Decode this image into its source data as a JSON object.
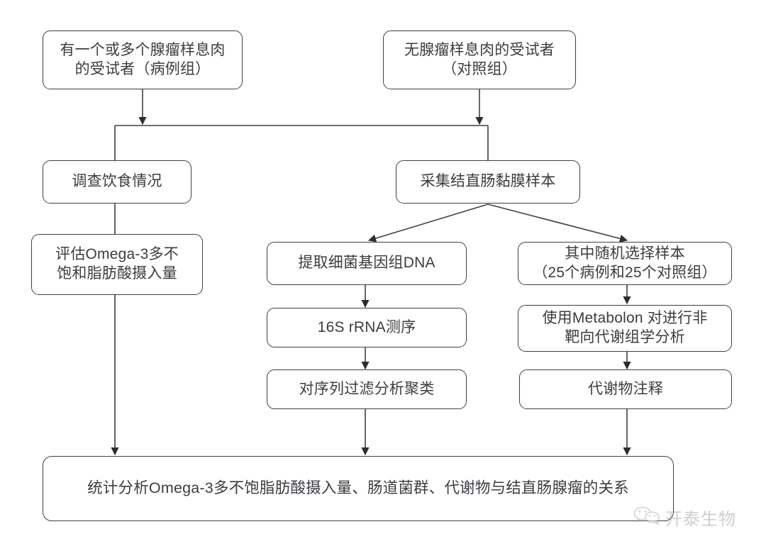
{
  "diagram": {
    "type": "flowchart",
    "title": "",
    "orientation": "top-down",
    "nodes": [
      {
        "id": "case_group",
        "label": "有一个或多个腺瘤样息肉\n的受试者（病例组）"
      },
      {
        "id": "control_group",
        "label": "无腺瘤样息肉的受试者\n（对照组）"
      },
      {
        "id": "diet_survey",
        "label": "调查饮食情况"
      },
      {
        "id": "collect_mucosa",
        "label": "采集结直肠黏膜样本"
      },
      {
        "id": "assess_omega3",
        "label": "评估Omega-3多不\n饱和脂肪酸摄入量"
      },
      {
        "id": "extract_dna",
        "label": "提取细菌基因组DNA"
      },
      {
        "id": "random_select",
        "label": "其中随机选择样本\n（25个病例和25个对照组）"
      },
      {
        "id": "seq_16s",
        "label": "16S rRNA测序"
      },
      {
        "id": "metabolon",
        "label": "使用Metabolon 对进行非\n靶向代谢组学分析"
      },
      {
        "id": "filter_cluster",
        "label": "对序列过滤分析聚类"
      },
      {
        "id": "metabolite_anno",
        "label": "代谢物注释"
      },
      {
        "id": "final_analysis",
        "label": "统计分析Omega-3多不饱脂肪酸摄入量、肠道菌群、代谢物与结直肠腺瘤的关系"
      }
    ],
    "edges": [
      {
        "from": "case_group",
        "to": "diet_survey"
      },
      {
        "from": "case_group",
        "to": "collect_mucosa"
      },
      {
        "from": "control_group",
        "to": "diet_survey"
      },
      {
        "from": "control_group",
        "to": "collect_mucosa"
      },
      {
        "from": "diet_survey",
        "to": "assess_omega3"
      },
      {
        "from": "collect_mucosa",
        "to": "extract_dna"
      },
      {
        "from": "collect_mucosa",
        "to": "random_select"
      },
      {
        "from": "extract_dna",
        "to": "seq_16s"
      },
      {
        "from": "seq_16s",
        "to": "filter_cluster"
      },
      {
        "from": "random_select",
        "to": "metabolon"
      },
      {
        "from": "metabolon",
        "to": "metabolite_anno"
      },
      {
        "from": "assess_omega3",
        "to": "final_analysis"
      },
      {
        "from": "filter_cluster",
        "to": "final_analysis"
      },
      {
        "from": "metabolite_anno",
        "to": "final_analysis"
      }
    ],
    "colors": {
      "stroke": "#3d4043",
      "background": "#ffffff",
      "text": "#3a3d40",
      "watermark": "#9aa0a6"
    }
  },
  "watermark": {
    "icon": "wechat-icon",
    "text": "开泰生物"
  }
}
